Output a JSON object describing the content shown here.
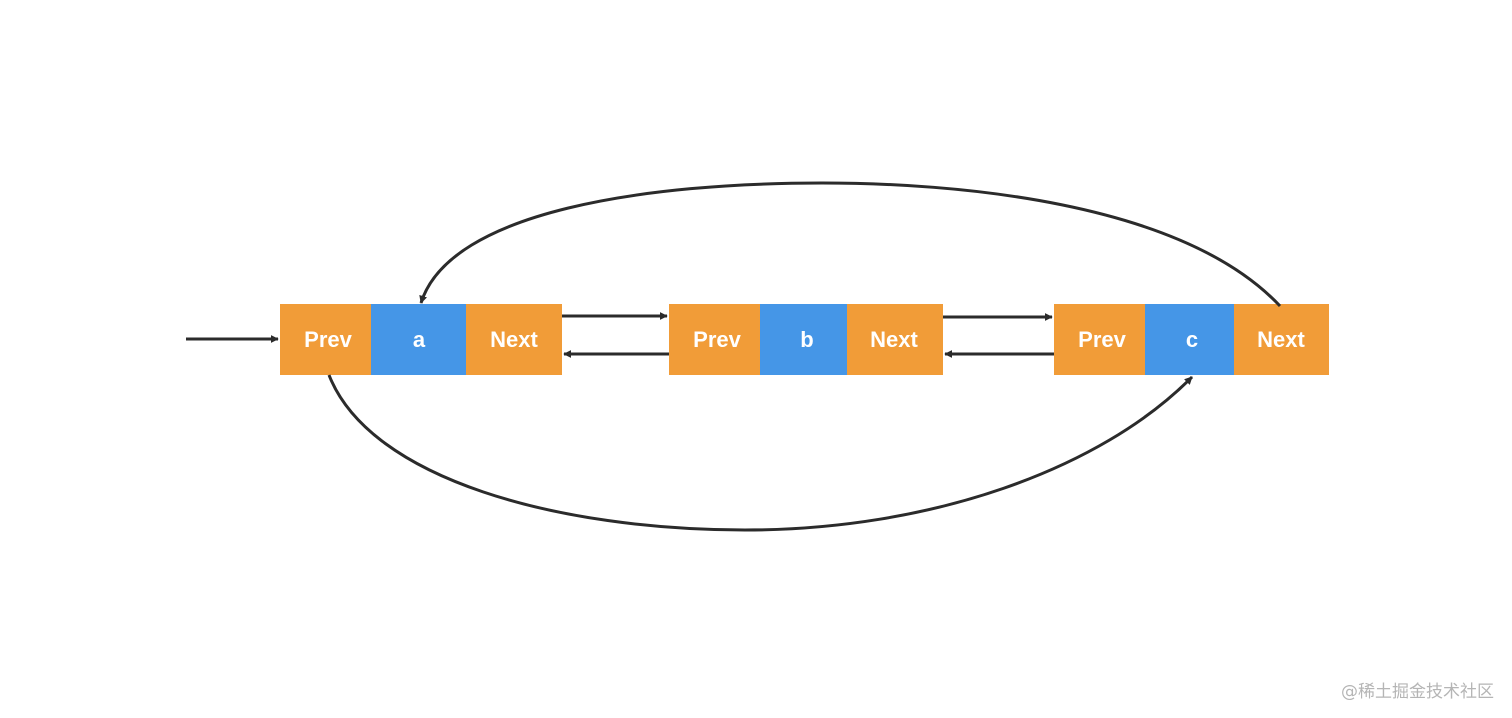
{
  "colors": {
    "pointer_cell": "#F19C38",
    "value_cell": "#4596E7",
    "arrow": "#2B2B2B",
    "text": "#FFFFFF"
  },
  "nodes": [
    {
      "prev_label": "Prev",
      "value_label": "a",
      "next_label": "Next"
    },
    {
      "prev_label": "Prev",
      "value_label": "b",
      "next_label": "Next"
    },
    {
      "prev_label": "Prev",
      "value_label": "c",
      "next_label": "Next"
    }
  ],
  "edges": [
    {
      "from": "head",
      "to": "a.prev"
    },
    {
      "from": "a.next",
      "to": "b.prev"
    },
    {
      "from": "b.prev",
      "to": "a.next"
    },
    {
      "from": "b.next",
      "to": "c.prev"
    },
    {
      "from": "c.prev",
      "to": "b.next"
    },
    {
      "from": "c.next",
      "to": "a.value"
    },
    {
      "from": "a.prev",
      "to": "c.value"
    }
  ],
  "watermark": "@稀土掘金技术社区"
}
